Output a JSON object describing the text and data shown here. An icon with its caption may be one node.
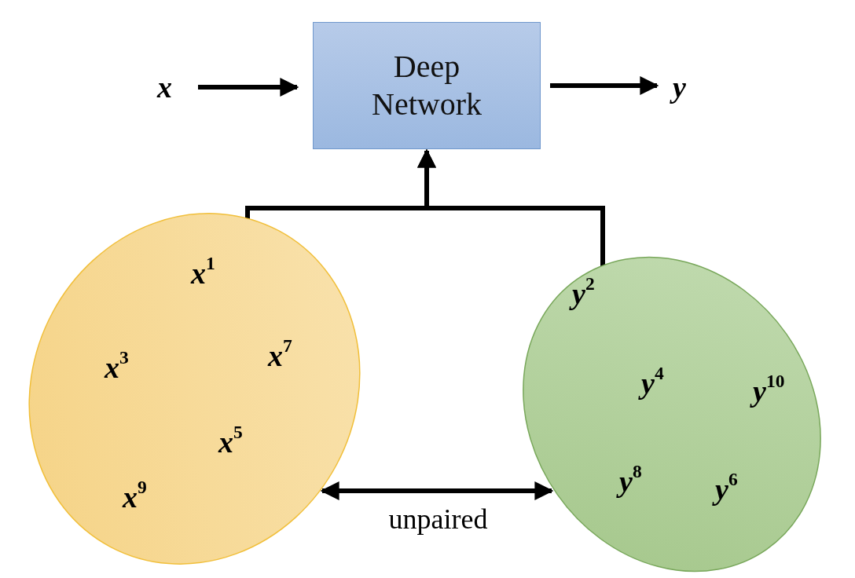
{
  "diagram": {
    "nodes": [
      {
        "text": [
          "x"
        ]
      },
      {
        "text": [
          "Deep Network"
        ]
      },
      {
        "text": [
          "y"
        ]
      },
      {
        "text": [],
        "shape": "ellipse"
      },
      {
        "text": [
          "x$^{1}$"
        ],
        "in": 3
      },
      {
        "text": [
          "x$^{3}$"
        ],
        "in": 3
      },
      {
        "text": [
          "x$^{7}$"
        ],
        "in": 3
      },
      {
        "text": [
          "x$^{5}$"
        ],
        "in": 3
      },
      {
        "text": [
          "x$^{9}$"
        ],
        "in": 3
      },
      {
        "text": [],
        "shape": "ellipse"
      },
      {
        "text": [
          "y$^{2}$"
        ],
        "in": 9
      },
      {
        "text": [
          "y$^{4}$"
        ],
        "in": 9
      },
      {
        "text": [
          "y$^{10}$"
        ],
        "in": 9
      },
      {
        "text": [
          "y$^{8}$"
        ],
        "in": 9
      },
      {
        "text": [
          "y$^{6}$"
        ],
        "in": 9
      }
    ],
    "edges": [
      {
        "from": 0,
        "to": 1,
        "arrow": "to"
      },
      {
        "from": 1,
        "to": 2,
        "arrow": "to"
      },
      {
        "from": 4,
        "to": 1,
        "arrow": "to"
      },
      {
        "from": 10,
        "to": 1,
        "arrow": "to"
      },
      {
        "from": 3,
        "to": 9,
        "arrow": "both",
        "label": "unpaired"
      }
    ]
  }
}
